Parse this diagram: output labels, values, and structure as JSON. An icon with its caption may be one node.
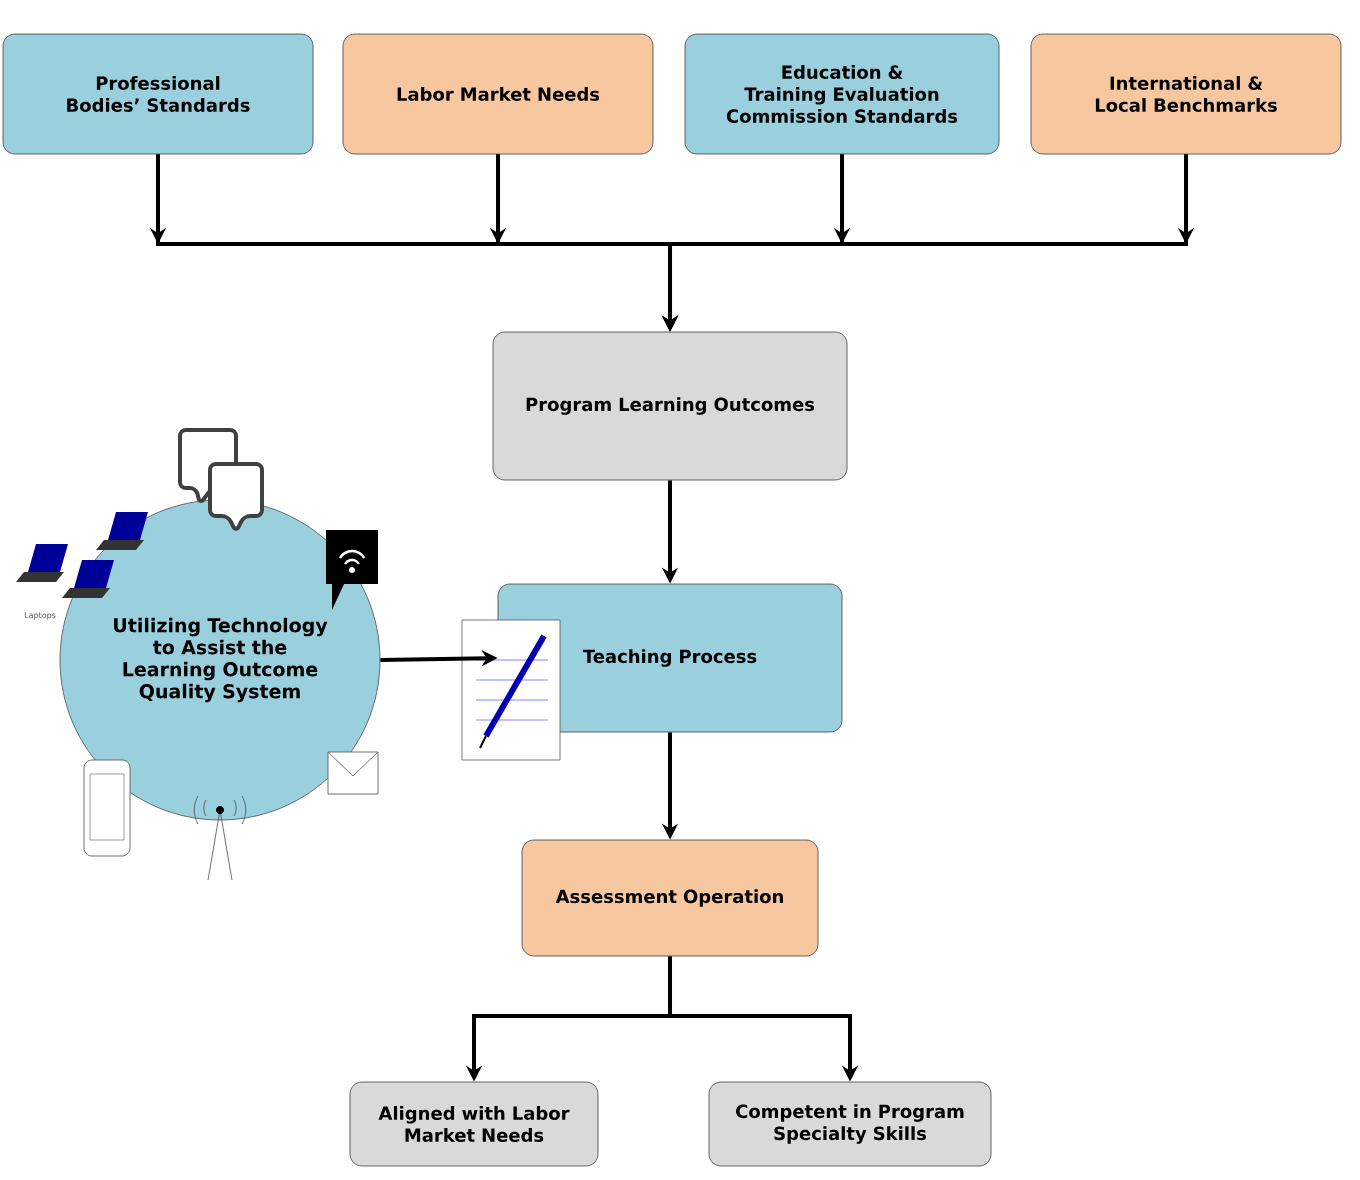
{
  "diagram": {
    "nodes": [
      {
        "text": [
          "Professional Bodies’ Standards"
        ]
      },
      {
        "text": [
          "Labor Market Needs"
        ]
      },
      {
        "text": [
          "Education & Training Evaluation Commission Standards"
        ]
      },
      {
        "text": [
          "International & Local Benchmarks"
        ]
      },
      {
        "text": [
          "Program Learning Outcomes"
        ]
      },
      {
        "text": [
          "Utilizing Technology to Assist the Learning Outcome Quality System"
        ]
      },
      {
        "text": [
          "Teaching Process"
        ]
      },
      {
        "text": [
          "Assessment Operation"
        ]
      },
      {
        "text": [
          "Aligned with Labor Market Needs"
        ]
      },
      {
        "text": [
          "Competent in Program Specialty Skills"
        ]
      }
    ],
    "edges": [
      {
        "from": 0,
        "to": 4,
        "arrow": "to"
      },
      {
        "from": 1,
        "to": 4,
        "arrow": "to"
      },
      {
        "from": 2,
        "to": 4,
        "arrow": "to"
      },
      {
        "from": 3,
        "to": 4,
        "arrow": "to"
      },
      {
        "from": 4,
        "to": 6,
        "arrow": "to"
      },
      {
        "from": 5,
        "to": 6,
        "arrow": "to"
      },
      {
        "from": 6,
        "to": 7,
        "arrow": "to"
      },
      {
        "from": 7,
        "to": 8,
        "arrow": "to"
      },
      {
        "from": 7,
        "to": 9,
        "arrow": "to"
      }
    ],
    "labels": [
      "Laptops"
    ]
  }
}
